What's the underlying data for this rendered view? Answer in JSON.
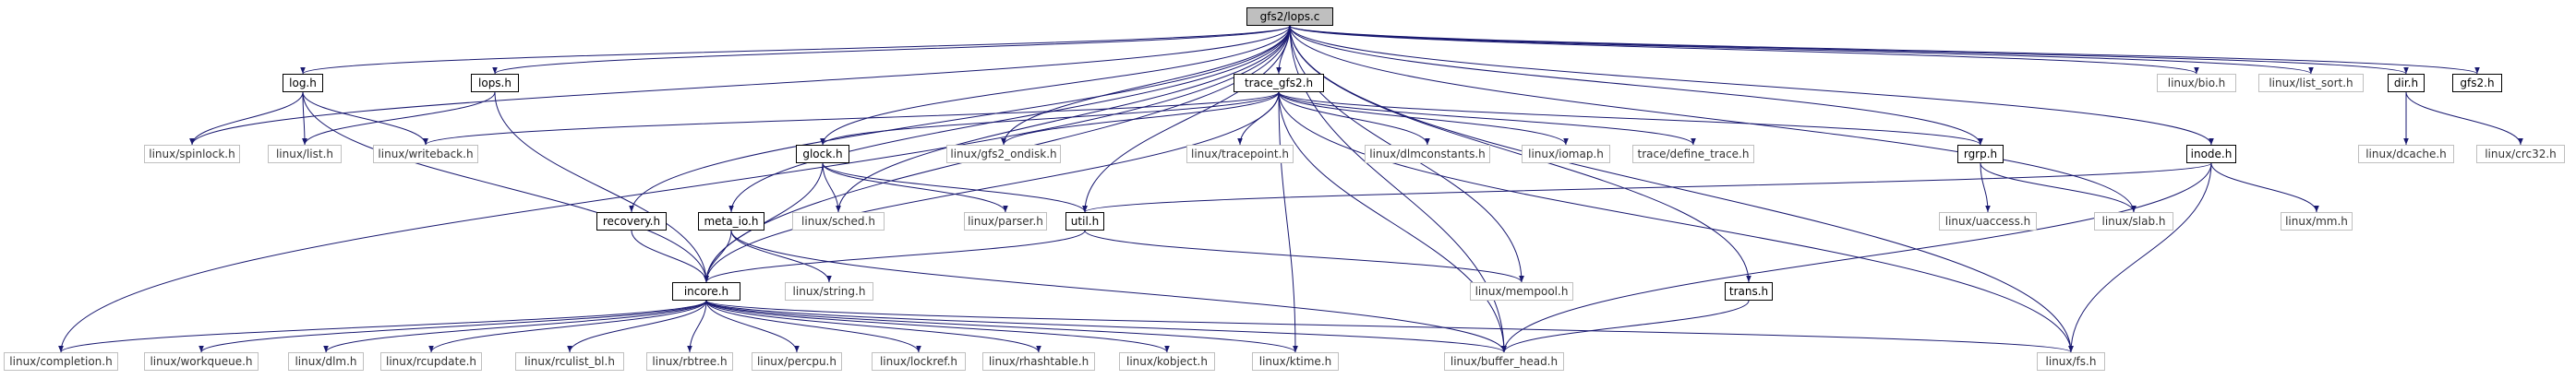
{
  "title": "gfs2/lops.c",
  "colors": {
    "edge": "#191970",
    "local_border": "#000000",
    "system_border": "#bfbfbf",
    "root_fill": "#bfbfbf"
  },
  "nodes": {
    "lops_c": "gfs2/lops.c",
    "log_h": "log.h",
    "lops_h": "lops.h",
    "trace_gfs2_h": "trace_gfs2.h",
    "bio_h": "linux/bio.h",
    "list_sort_h": "linux/list_sort.h",
    "dir_h": "dir.h",
    "gfs2_h": "gfs2.h",
    "spinlock_h": "linux/spinlock.h",
    "list_h": "linux/list.h",
    "writeback_h": "linux/writeback.h",
    "glock_h": "glock.h",
    "gfs2_ondisk_h": "linux/gfs2_ondisk.h",
    "tracepoint_h": "linux/tracepoint.h",
    "dlmconstants_h": "linux/dlmconstants.h",
    "iomap_h": "linux/iomap.h",
    "define_trace_h": "trace/define_trace.h",
    "rgrp_h": "rgrp.h",
    "inode_h": "inode.h",
    "dcache_h": "linux/dcache.h",
    "crc32_h": "linux/crc32.h",
    "sched_h": "linux/sched.h",
    "parser_h": "linux/parser.h",
    "util_h": "util.h",
    "uaccess_h": "linux/uaccess.h",
    "slab_h": "linux/slab.h",
    "mm_h": "linux/mm.h",
    "recovery_h": "recovery.h",
    "meta_io_h": "meta_io.h",
    "incore_h": "incore.h",
    "string_h": "linux/string.h",
    "mempool_h": "linux/mempool.h",
    "trans_h": "trans.h",
    "completion_h": "linux/completion.h",
    "workqueue_h": "linux/workqueue.h",
    "dlm_h": "linux/dlm.h",
    "rcupdate_h": "linux/rcupdate.h",
    "rculist_bl_h": "linux/rculist_bl.h",
    "rbtree_h": "linux/rbtree.h",
    "percpu_h": "linux/percpu.h",
    "lockref_h": "linux/lockref.h",
    "rhashtable_h": "linux/rhashtable.h",
    "kobject_h": "linux/kobject.h",
    "ktime_h": "linux/ktime.h",
    "buffer_head_h": "linux/buffer_head.h",
    "fs_h": "linux/fs.h"
  }
}
